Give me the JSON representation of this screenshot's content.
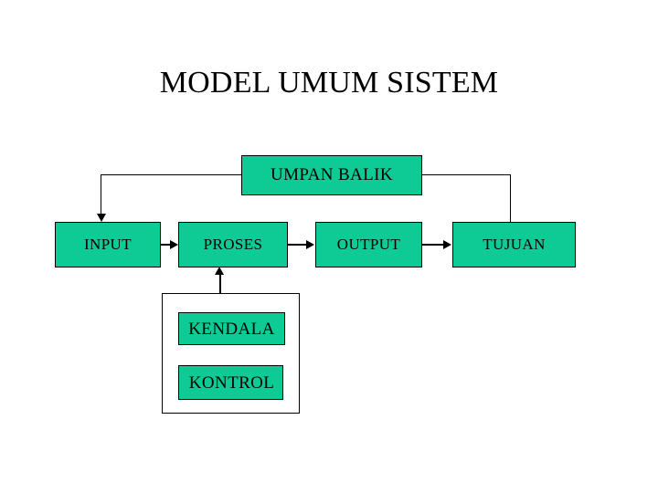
{
  "slide": {
    "title": "MODEL UMUM SISTEM",
    "background_color": "#ffffff",
    "box_fill_color": "#0ecb95",
    "border_color": "#000000",
    "text_color": "#000000"
  },
  "nodes": {
    "feedback": {
      "label": "UMPAN BALIK"
    },
    "input": {
      "label": "INPUT"
    },
    "process": {
      "label": "PROSES"
    },
    "output": {
      "label": "OUTPUT"
    },
    "goal": {
      "label": "TUJUAN"
    },
    "constraint": {
      "label": "KENDALA"
    },
    "control": {
      "label": "KONTROL"
    }
  },
  "connectors": {
    "input_to_process": "arrow",
    "process_to_output": "arrow",
    "output_to_goal": "arrow",
    "feedback_to_input": "arrow",
    "goal_to_feedback": "line",
    "controls_to_process": "arrow"
  }
}
